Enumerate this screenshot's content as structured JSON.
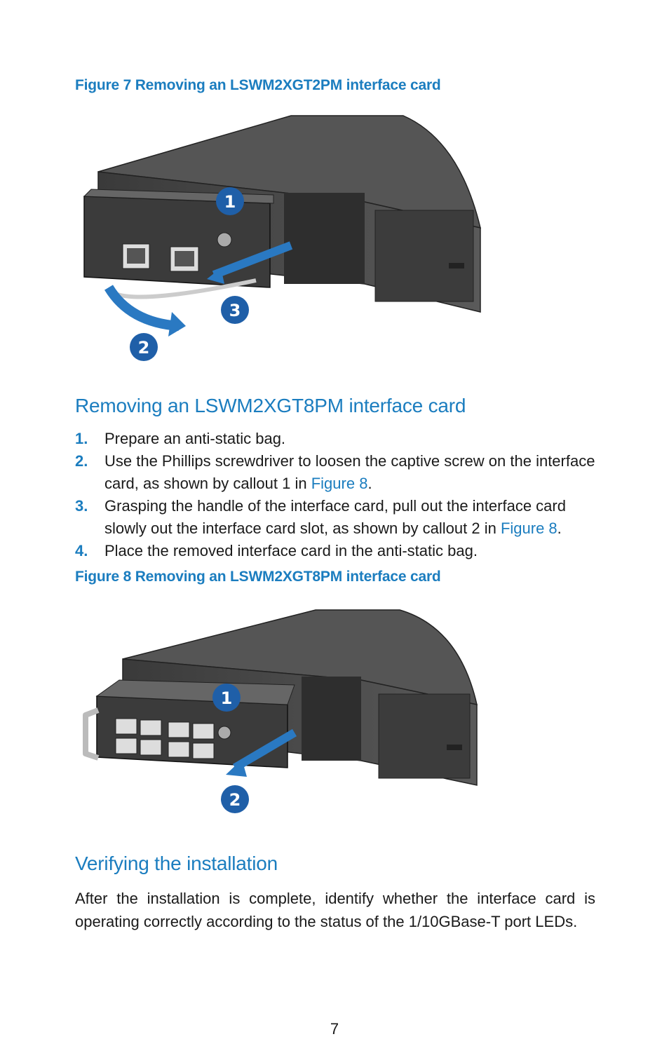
{
  "figure7": {
    "caption": "Figure 7 Removing an LSWM2XGT2PM interface card",
    "callouts": [
      "1",
      "2",
      "3"
    ]
  },
  "section1": {
    "heading": "Removing an LSWM2XGT8PM interface card",
    "steps": [
      {
        "num": "1.",
        "text": "Prepare an anti-static bag."
      },
      {
        "num": "2.",
        "before": "Use the Phillips screwdriver to loosen the captive screw on the interface card, as shown by callout 1 in ",
        "link": "Figure 8",
        "after": "."
      },
      {
        "num": "3.",
        "before": "Grasping the handle of the interface card, pull out the interface card slowly out the interface card slot, as shown by callout 2 in ",
        "link": "Figure 8",
        "after": "."
      },
      {
        "num": "4.",
        "text": "Place the removed interface card in the anti-static bag."
      }
    ]
  },
  "figure8": {
    "caption": "Figure 8 Removing an LSWM2XGT8PM interface card",
    "callouts": [
      "1",
      "2"
    ]
  },
  "section2": {
    "heading": "Verifying the installation",
    "paragraph": "After the installation is complete, identify whether the interface card is operating correctly according to the status of the 1/10GBase-T port LEDs."
  },
  "page_number": "7",
  "colors": {
    "accent": "#1b7dbf",
    "callout": "#1f5fa8",
    "device": "#4a4a4a"
  }
}
